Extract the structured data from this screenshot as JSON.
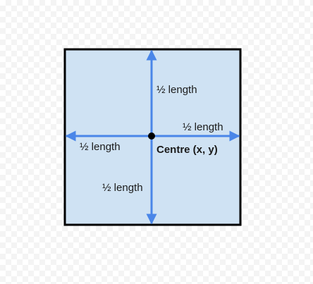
{
  "labels": {
    "half_length_top": "½ length",
    "half_length_right": "½ length",
    "half_length_left": "½ length",
    "half_length_bottom": "½ length",
    "centre": "Centre (x, y)"
  },
  "colors": {
    "square_fill": "#cfe2f3",
    "square_border": "#000000",
    "arrow": "#4a86e8",
    "centre_dot": "#000000"
  },
  "icons": {
    "centre_point": "filled-circle-icon",
    "arrowheads": "triangle-arrowhead-icon"
  }
}
